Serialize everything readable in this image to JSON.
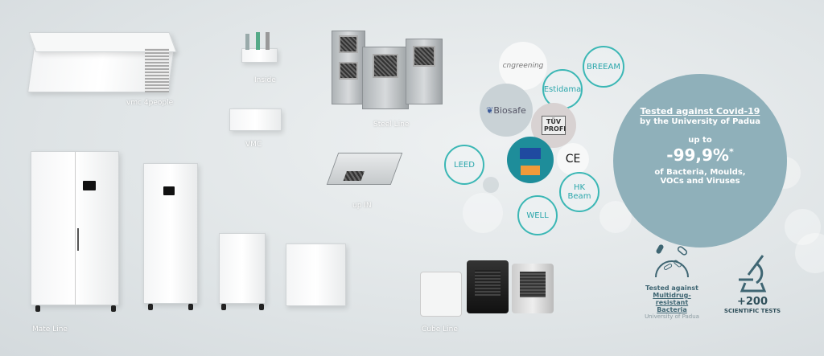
{
  "products": {
    "vmc_4people": "vmc 4people",
    "inside": "Inside",
    "vmc": "VMC",
    "steel_line": "Steel Line",
    "up_in": "up IN",
    "mate_line": "Mate Line",
    "cube_line": "Cube Line"
  },
  "certifications": {
    "cngreening": "cngreening",
    "breeam": "BREEAM",
    "estidama": "Estidama",
    "biosafe": "Biosafe",
    "tuv": "TÜV PROFI",
    "leed": "LEED",
    "ce": "CE",
    "hk_beam": "HK Beam",
    "well": "WELL"
  },
  "claim": {
    "title": "Tested against Covid-19",
    "subtitle": "by the University of Padua",
    "up_to": "up to",
    "percent": "-99,9%",
    "asterisk": "*",
    "line1": "of Bacteria, Moulds,",
    "line2": "VOCs and Viruses"
  },
  "badges": {
    "mdr_line1": "Tested against",
    "mdr_line2": "Multidrug-resistant",
    "mdr_line3": "Bacteria",
    "mdr_source": "University of Padua",
    "tests_count": "+200",
    "tests_label": "SCIENTIFIC TESTS"
  },
  "colors": {
    "teal": "#3bb7b5",
    "claim_bg": "#8fb0ba",
    "icon": "#3f6673"
  }
}
